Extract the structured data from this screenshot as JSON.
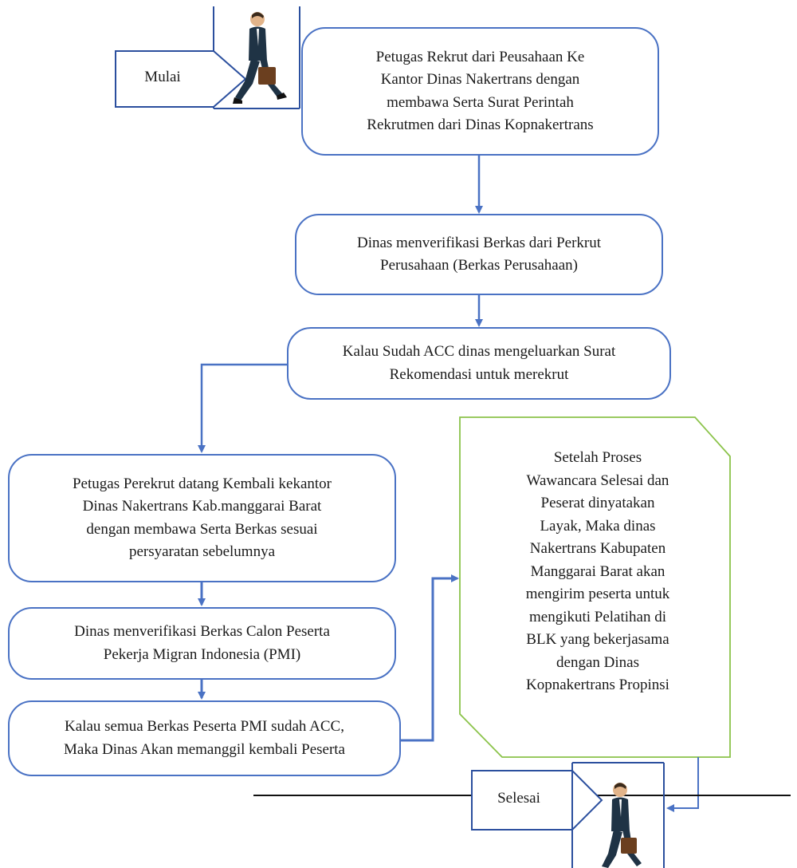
{
  "start": {
    "label": "Mulai"
  },
  "end": {
    "label": "Selesai"
  },
  "steps": [
    {
      "text": "Petugas Rekrut dari Peusahaan Ke\nKantor Dinas Nakertrans dengan\nmembawa Serta Surat Perintah\nRekrutmen dari Dinas Kopnakertrans"
    },
    {
      "text": "Dinas menverifikasi Berkas dari Perkrut\nPerusahaan (Berkas Perusahaan)"
    },
    {
      "text": "Kalau Sudah ACC dinas mengeluarkan Surat\nRekomendasi untuk merekrut"
    },
    {
      "text": "Petugas Perekrut datang Kembali kekantor\nDinas Nakertrans  Kab.manggarai Barat\ndengan membawa Serta Berkas sesuai\npersyaratan sebelumnya"
    },
    {
      "text": "Dinas menverifikasi Berkas Calon Peserta\nPekerja Migran Indonesia (PMI)"
    },
    {
      "text": "Kalau semua Berkas Peserta PMI sudah ACC,\nMaka Dinas Akan memanggil kembali Peserta"
    }
  ],
  "final_note": {
    "text": "Setelah Proses\nWawancara Selesai dan\nPeserat dinyatakan\nLayak, Maka dinas\nNakertrans Kabupaten\nManggarai Barat akan\nmengirim peserta untuk\nmengikuti Pelatihan di\nBLK yang bekerjasama\ndengan Dinas\nKopnakertrans Propinsi"
  },
  "colors": {
    "box_border": "#4a72c4",
    "arrow": "#4a72c4",
    "note_border": "#8bc34a",
    "suit": "#1f3345"
  }
}
